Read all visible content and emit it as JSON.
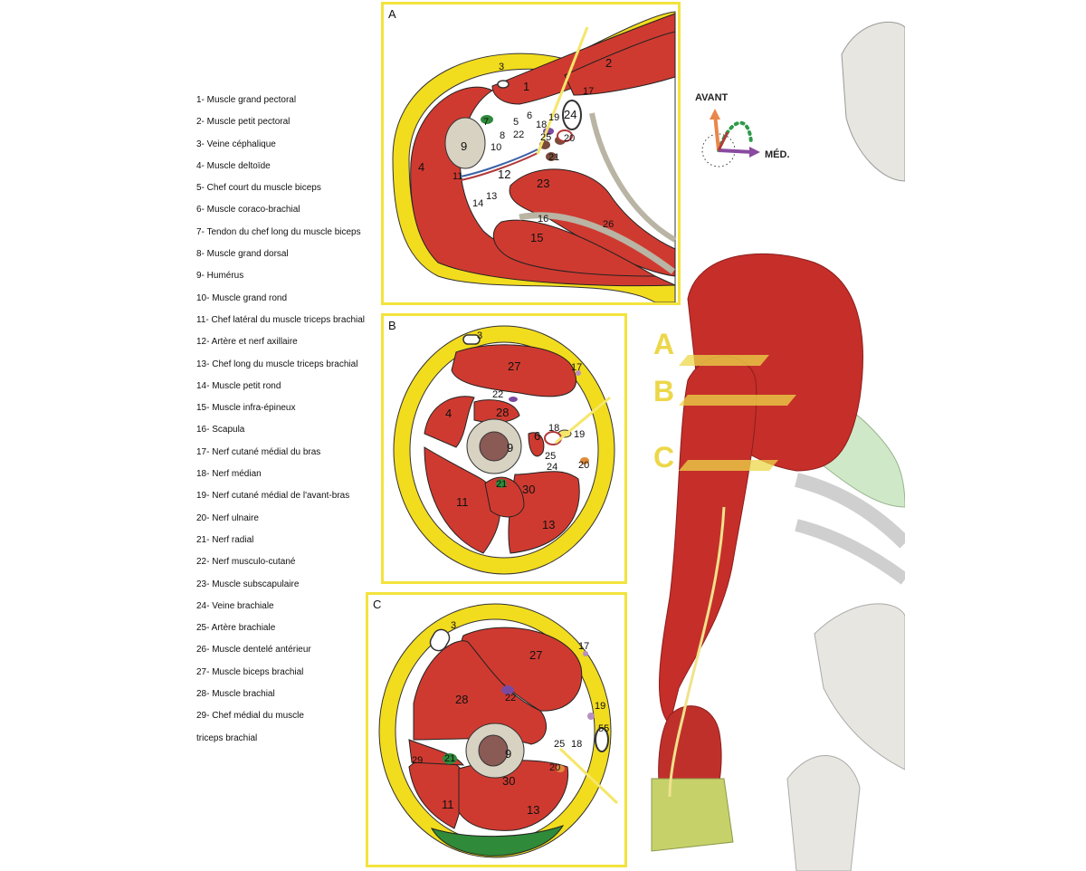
{
  "legend": [
    "1- Muscle grand pectoral",
    "2- Muscle petit pectoral",
    "3- Veine céphalique",
    "4- Muscle deltoïde",
    "5- Chef court du muscle biceps",
    "6- Muscle coraco-brachial",
    "7- Tendon du chef long du muscle biceps",
    "8- Muscle grand dorsal",
    "9- Humérus",
    "10- Muscle grand rond",
    "11- Chef latéral du muscle triceps brachial",
    "12- Artère et nerf axillaire",
    "13- Chef long du muscle triceps brachial",
    "14- Muscle petit rond",
    "15- Muscle infra-épineux",
    "16- Scapula",
    "17- Nerf cutané médial du bras",
    "18- Nerf médian",
    "19- Nerf cutané médial de l'avant-bras",
    "20- Nerf ulnaire",
    "21- Nerf radial",
    "22- Nerf musculo-cutané",
    "23- Muscle subscapulaire",
    "24- Veine brachiale",
    "25- Artère brachiale",
    "26- Muscle dentelé antérieur",
    "27- Muscle biceps brachial",
    "28- Muscle brachial",
    "29- Chef médial du muscle",
    "triceps brachial"
  ],
  "panels": {
    "a": {
      "letter": "A",
      "labels": [
        "1",
        "2",
        "3",
        "4",
        "5",
        "6",
        "7",
        "8",
        "9",
        "10",
        "11",
        "12",
        "13",
        "14",
        "15",
        "16",
        "17",
        "18",
        "19",
        "20",
        "21",
        "22",
        "23",
        "24",
        "25",
        "26"
      ]
    },
    "b": {
      "letter": "B",
      "labels": [
        "3",
        "4",
        "6",
        "9",
        "11",
        "13",
        "17",
        "18",
        "19",
        "20",
        "21",
        "22",
        "24",
        "25",
        "27",
        "28",
        "30"
      ]
    },
    "c": {
      "letter": "C",
      "labels": [
        "3",
        "9",
        "11",
        "13",
        "17",
        "18",
        "19",
        "20",
        "21",
        "22",
        "25",
        "27",
        "28",
        "29",
        "30",
        "55"
      ]
    }
  },
  "section_labels": [
    "A",
    "B",
    "C"
  ],
  "compass": {
    "front": "AVANT",
    "medial": "MÉD."
  },
  "colors": {
    "muscle": "#cf3a30",
    "fat": "#f2dc1e",
    "bone": "#d8d2c2",
    "frame": "#f3e33c",
    "artery": "#b23a3a",
    "nerve": "#f5e66a",
    "vein": "#3c62a8"
  }
}
